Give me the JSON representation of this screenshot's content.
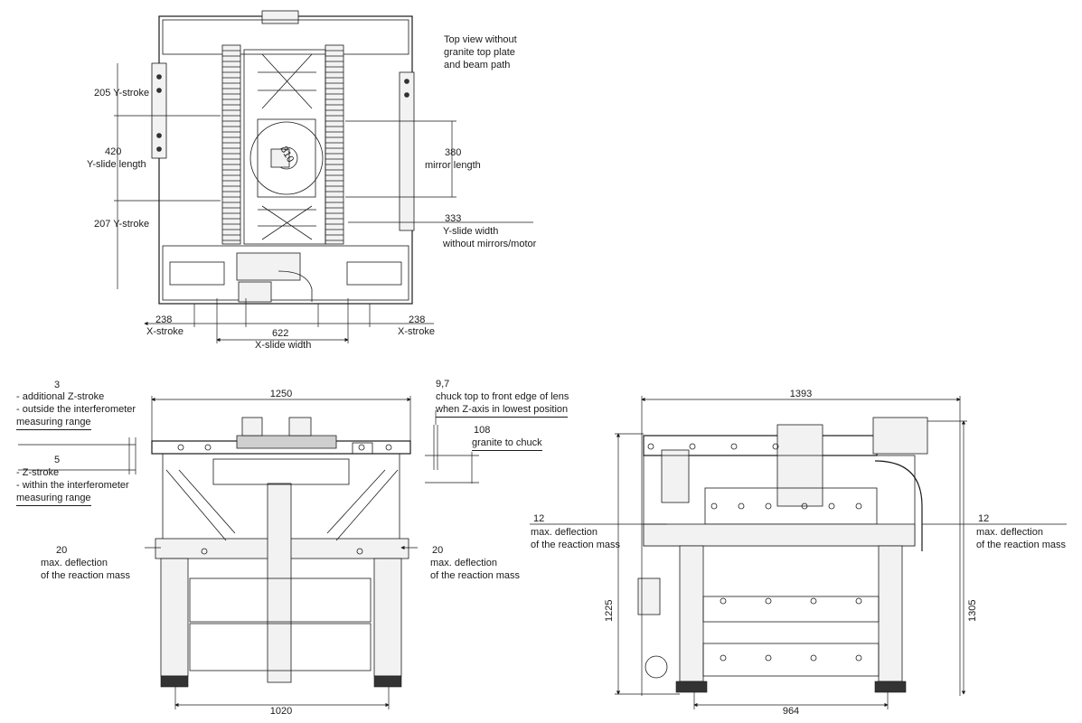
{
  "top_view": {
    "caption": [
      "Top view without",
      "granite top plate",
      "and beam path"
    ],
    "y_stroke_top": "205 Y-stroke",
    "y_slide_length_value": "420",
    "y_slide_length_label": "Y-slide length",
    "y_stroke_bottom": "207 Y-stroke",
    "mirror_length_value": "380",
    "mirror_length_label": "mirror length",
    "y_slide_width_value": "333",
    "y_slide_width_label": [
      "Y-slide width",
      "without mirrors/motor"
    ],
    "x_stroke_left_value": "238",
    "x_stroke_left_label": "X-stroke",
    "x_slide_width_value": "622",
    "x_slide_width_label": "X-slide width",
    "x_stroke_right_value": "238",
    "x_stroke_right_label": "X-stroke",
    "wafer_diameter": "310"
  },
  "front_view": {
    "additional_z_value": "3",
    "additional_z_label": [
      "- additional Z-stroke",
      "- outside the interferometer",
      "  measuring range"
    ],
    "z_stroke_value": "5",
    "z_stroke_label": [
      "- Z-stroke",
      "- within the interferometer",
      "  measuring range"
    ],
    "width_value": "1250",
    "chuck_lens_value": "9,7",
    "chuck_lens_label": [
      "chuck top to front edge of lens",
      "when Z-axis in lowest position"
    ],
    "granite_chuck_value": "108",
    "granite_chuck_label": "granite to chuck",
    "deflection_left_value": "20",
    "deflection_left_label": [
      "max. deflection",
      "of the reaction mass"
    ],
    "deflection_right_value": "20",
    "deflection_right_label": [
      "max. deflection",
      "of the reaction mass"
    ],
    "base_width_value": "1020"
  },
  "side_view": {
    "width_value": "1393",
    "deflection_left_value": "12",
    "deflection_left_label": [
      "max. deflection",
      "of the reaction mass"
    ],
    "deflection_right_value": "12",
    "deflection_right_label": [
      "max. deflection",
      "of the reaction mass"
    ],
    "height_left_value": "1225",
    "height_right_value": "1305",
    "base_width_value": "964"
  }
}
